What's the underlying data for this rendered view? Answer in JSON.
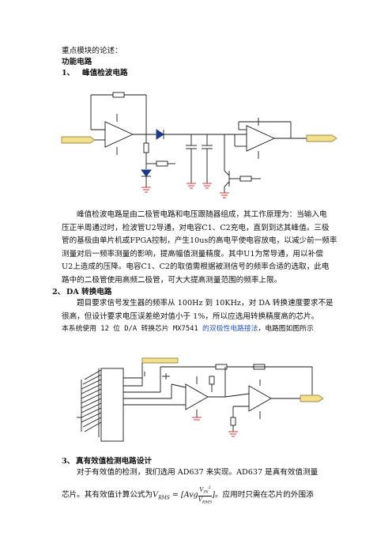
{
  "intro": "重点模块的论述：",
  "section_title": "功能电路",
  "s1": {
    "num": "1、",
    "title": "峰值检波电路"
  },
  "s1_body": [
    "峰值检波电路是由二极管电路和电压跟随器组成，其工作原理为：当输入电",
    "压正半周通过时，检波管U2导通，对电容C1、C2充电，直到到达其峰值。三极",
    "管的基极由单片机或FPGA控制，产生10us的高电平使电容放电，以减少前一频率",
    "测量对后一频率测量的影响，提高幅值测量精度。其中U1为常导通，用以补偿",
    "U2上造成的压降。电容C1、C2的取值需根据被测信号的频率合适的选取，此电",
    "路中的二极管使用高频二极管，可大大提高测量范围的频率上限。"
  ],
  "s2": {
    "num": "2、",
    "title": "DA 转换电路"
  },
  "s2_body": [
    "题目要求信号发生器的频率从 100Hz 到 10KHz，对 DA 转换速度要求不是",
    "很高，但设计要求电压误差绝对值小于 1%，所以应选用转换精度高的芯片。"
  ],
  "s2_last": {
    "before": "本系统使用 12 位 D/A 转换芯片 MX7541 ",
    "link": "的双极性电路接法",
    "after": "，电路图如图所示"
  },
  "s3": {
    "num": "3、",
    "title": "真有效值检测电路设计"
  },
  "s3_body_1": "对于有效值的检测，我们选用 AD637 来实现。AD637 是真有效值测量",
  "s3_body_2a": "芯片。其有效值计算公式为",
  "s3_body_2b": "。应用时只需在芯片的外围添",
  "formula": {
    "lhs": "V",
    "lhs_sub": "RMS",
    "eq": " = [Avg",
    "num": "V",
    "num_sub": "IN",
    "num_sup": "2",
    "den": "V",
    "den_sub": "RMS",
    "close": "]"
  },
  "colors": {
    "wire": "#1a1a1a",
    "io_fill": "#f3e08c",
    "io_stroke": "#9a8a4a",
    "ground": "#d63a3a",
    "diode": "#1a3a8a",
    "link": "#2b55c8"
  }
}
